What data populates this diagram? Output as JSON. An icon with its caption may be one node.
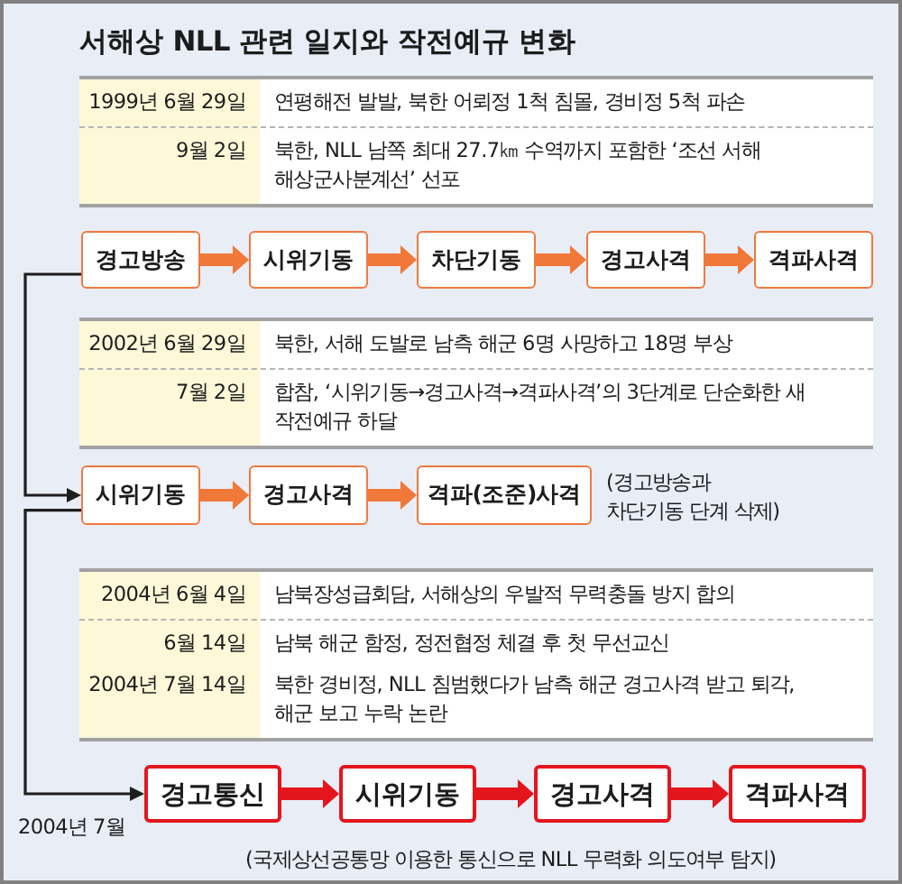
{
  "diagram": {
    "title": "서해상 NLL 관련 일지와 작전예규 변화",
    "nodes": [
      {
        "text": [
          "경고방송"
        ]
      },
      {
        "text": [
          "시위기동"
        ]
      },
      {
        "text": [
          "차단기동"
        ]
      },
      {
        "text": [
          "경고사격"
        ]
      },
      {
        "text": [
          "격파사격"
        ]
      },
      {
        "text": [
          "시위기동"
        ]
      },
      {
        "text": [
          "경고사격"
        ]
      },
      {
        "text": [
          "격파(조준)사격"
        ]
      },
      {
        "text": [
          "경고통신"
        ]
      },
      {
        "text": [
          "시위기동"
        ]
      },
      {
        "text": [
          "경고사격"
        ]
      },
      {
        "text": [
          "격파사격"
        ]
      }
    ],
    "edges": [
      {
        "from": 0,
        "to": 1,
        "arrow": "to"
      },
      {
        "from": 1,
        "to": 2,
        "arrow": "to"
      },
      {
        "from": 2,
        "to": 3,
        "arrow": "to"
      },
      {
        "from": 3,
        "to": 4,
        "arrow": "to"
      },
      {
        "from": 0,
        "to": 5,
        "arrow": "to",
        "color": "#1e1e1e"
      },
      {
        "from": 5,
        "to": 6,
        "arrow": "to"
      },
      {
        "from": 6,
        "to": 7,
        "arrow": "to"
      },
      {
        "from": 5,
        "to": 8,
        "arrow": "to",
        "label": "2004년 7월",
        "color": "#1e1e1e"
      },
      {
        "from": 8,
        "to": 9,
        "arrow": "to",
        "color": "#e3161e"
      },
      {
        "from": 9,
        "to": 10,
        "arrow": "to",
        "color": "#e3161e"
      },
      {
        "from": 10,
        "to": 11,
        "arrow": "to",
        "color": "#e3161e"
      }
    ],
    "labels": [
      "1999년 6월 29일",
      "연평해전 발발, 북한 어뢰정 1척 침몰, 경비정 5척 파손",
      "9월 2일",
      "북한, NLL 남쪽 최대 27.7㎞ 수역까지 포함한 ‘조선 서해 해상군사분계선’ 선포",
      "2002년 6월 29일",
      "북한, 서해 도발로 남측 해군 6명 사망하고 18명 부상",
      "7월 2일",
      "합참, ‘시위기동→경고사격→격파사격’의 3단계로 단순화한 새 작전예규 하달",
      "(경고방송과 차단기동 단계 삭제)",
      "2004년 6월 4일",
      "남북장성급회담, 서해상의 우발적 무력충돌 방지 합의",
      "6월 14일",
      "남북 해군 함정, 정전협정 체결 후 첫 무선교신",
      "2004년 7월 14일",
      "북한 경비정, NLL 침범했다가 남측 해군 경고사격 받고 퇴각, 해군 보고 누락 논란",
      "(국제상선공통망 이용한 통신으로 NLL 무력화 의도여부 탐지)"
    ]
  }
}
